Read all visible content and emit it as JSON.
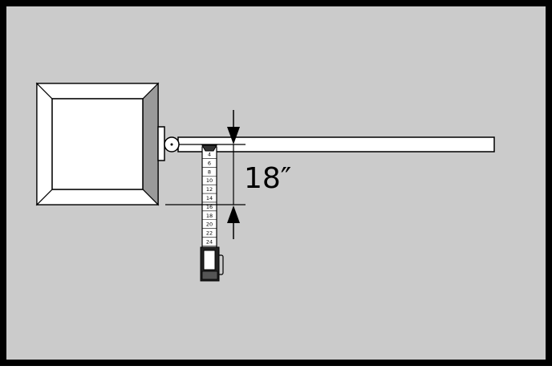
{
  "measurement": {
    "label": "18″"
  },
  "tape": {
    "ticks": [
      "4",
      "6",
      "8",
      "10",
      "12",
      "14",
      "16",
      "18",
      "20",
      "22",
      "24"
    ]
  },
  "colors": {
    "background": "#cbcbcb",
    "frame": "#000000",
    "object_face": "#ffffff",
    "object_bevel_dark": "#9a9a9a",
    "object_bevel_light": "#e6e6e6",
    "arm": "#ffffff",
    "tape_case": "#222222"
  }
}
